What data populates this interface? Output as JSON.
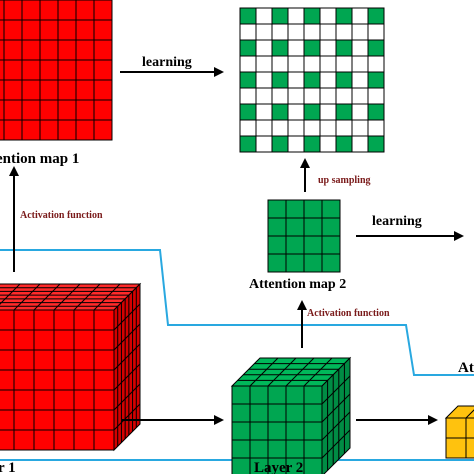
{
  "labels": {
    "attention_map_1": "ention map 1",
    "attention_map_2": "Attention map 2",
    "layer_1": "r 1",
    "layer_2": "Layer 2",
    "attention_map_3_partial": "At",
    "learning_top": "learning",
    "learning_mid": "learning",
    "up_sampling": "up sampling",
    "activation_function_left": "Activation function",
    "activation_function_mid": "Activation function"
  },
  "colors": {
    "red": "#ff0000",
    "red_top": "#ff2a2a",
    "red_side": "#d40000",
    "green": "#00a651",
    "green_top": "#00b85a",
    "green_side": "#008c44",
    "yellow": "#ffc20e",
    "yellow_side": "#e0a800",
    "blue_line": "#29a8e0",
    "arrow": "#000000",
    "dark_red_text": "#7a1a1a",
    "text": "#000000"
  },
  "grids": {
    "attention_map_1_cells": 7,
    "attention_map_2_cells": 4,
    "upsampled_map_cells": 9,
    "layer_1_cells": 7,
    "layer_2_cells": 5
  }
}
